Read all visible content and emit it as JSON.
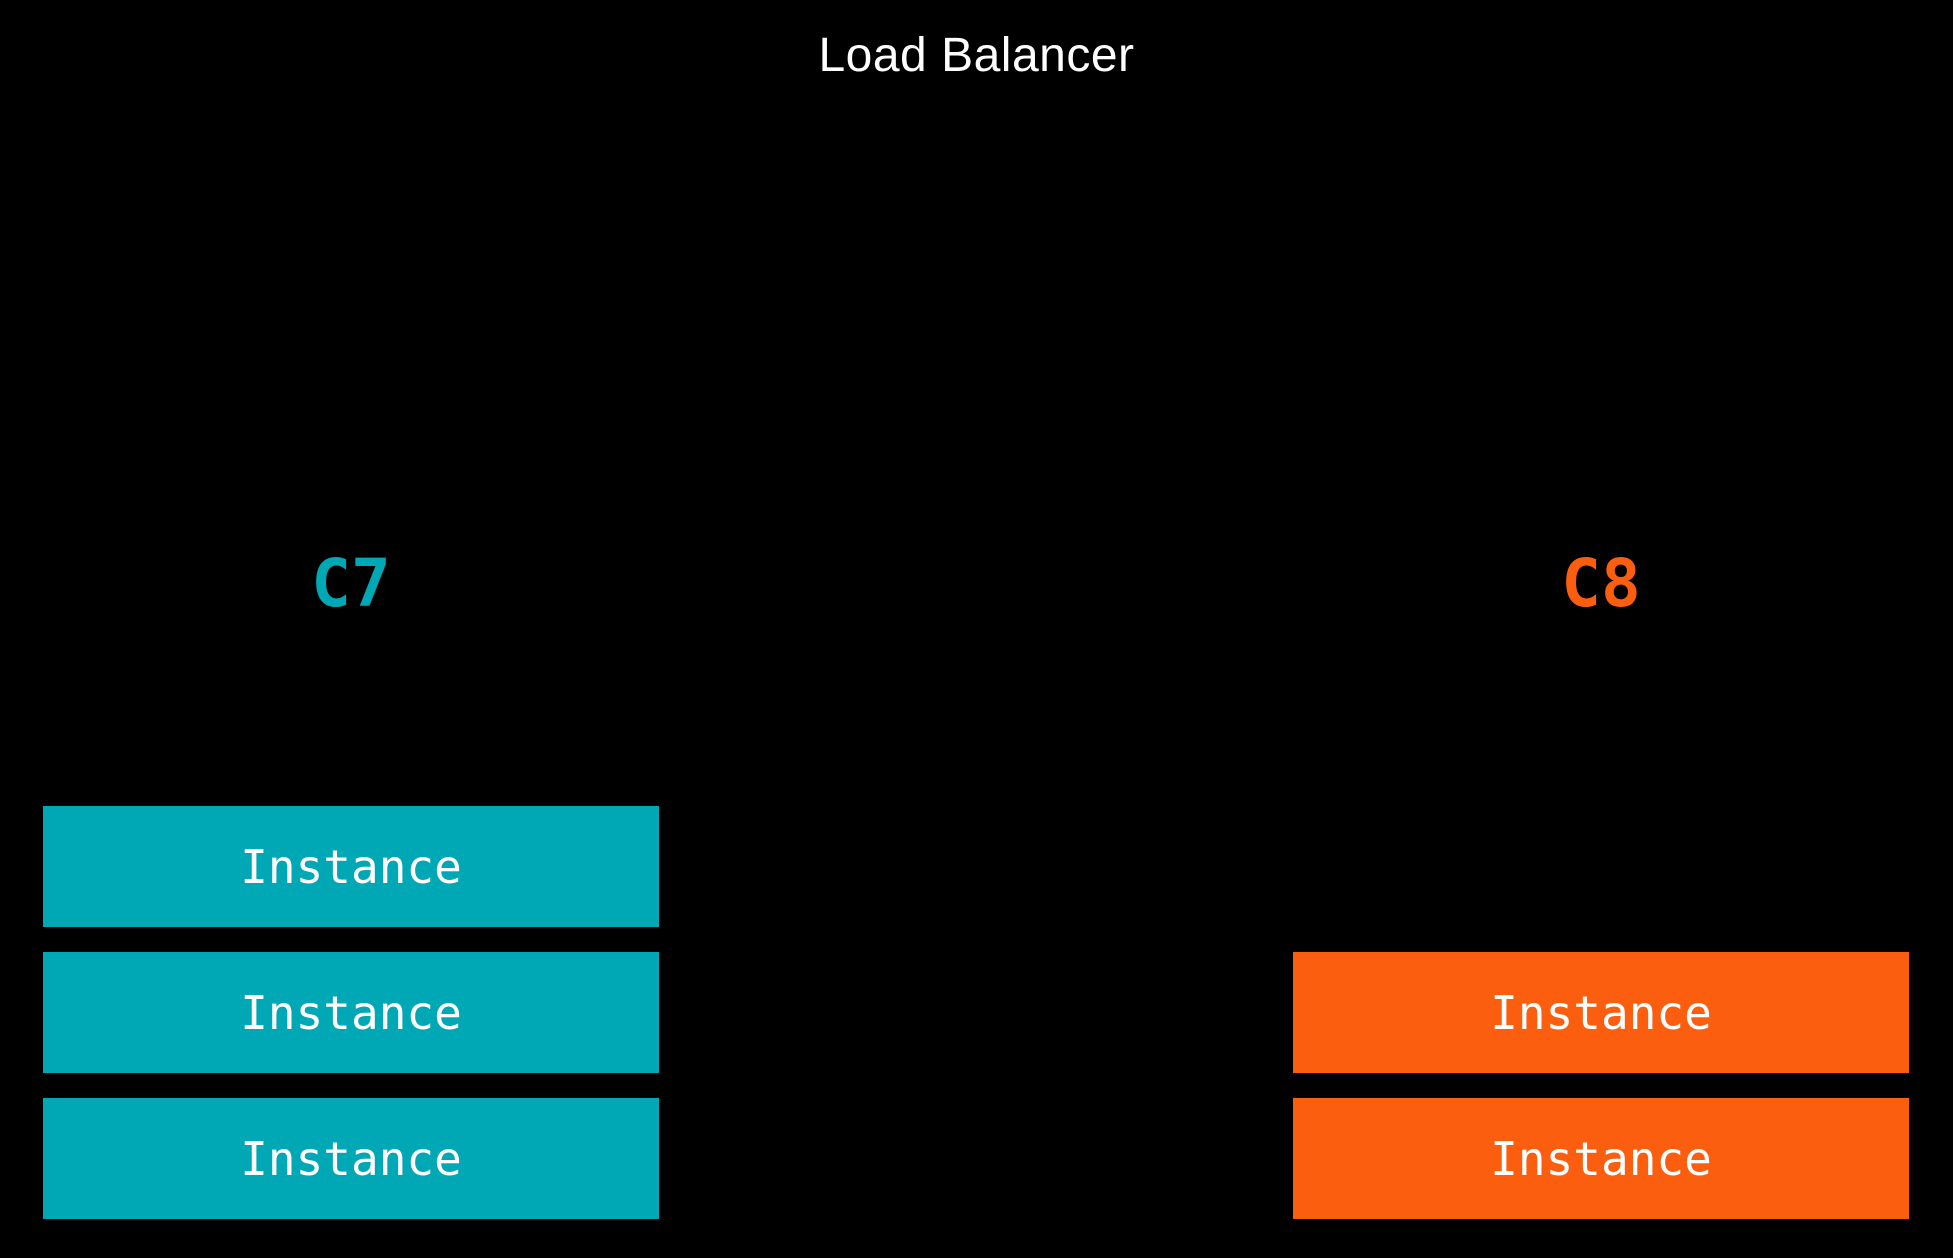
{
  "title": "Load Balancer",
  "colors": {
    "background": "#000000",
    "title_text": "#ffffff",
    "instance_text": "#ffffff",
    "teal": "#00a7b5",
    "orange": "#fb5e0e"
  },
  "clusters": [
    {
      "id": "c7",
      "label": "C7",
      "color": "#00a7b5",
      "instances": [
        "Instance",
        "Instance",
        "Instance"
      ]
    },
    {
      "id": "c8",
      "label": "C8",
      "color": "#fb5e0e",
      "instances": [
        "Instance",
        "Instance"
      ]
    }
  ]
}
